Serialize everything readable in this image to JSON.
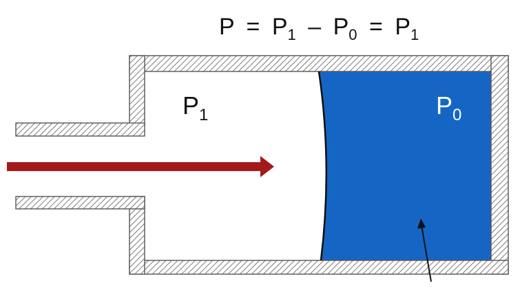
{
  "equation": {
    "p": "P",
    "eq": "=",
    "p1_main": "P",
    "p1_sub": "1",
    "minus": "–",
    "p0_main": "P",
    "p0_sub": "0",
    "eq2": "=",
    "res_main": "P",
    "res_sub": "1"
  },
  "labels": {
    "left_chamber": {
      "main": "P",
      "sub": "1"
    },
    "right_chamber": {
      "main": "P",
      "sub": "0"
    }
  },
  "colors": {
    "fluid": "#1566C4",
    "arrow": "#A41A1A",
    "wall_hatch": "#5a5a5a",
    "pointer": "#111111"
  }
}
